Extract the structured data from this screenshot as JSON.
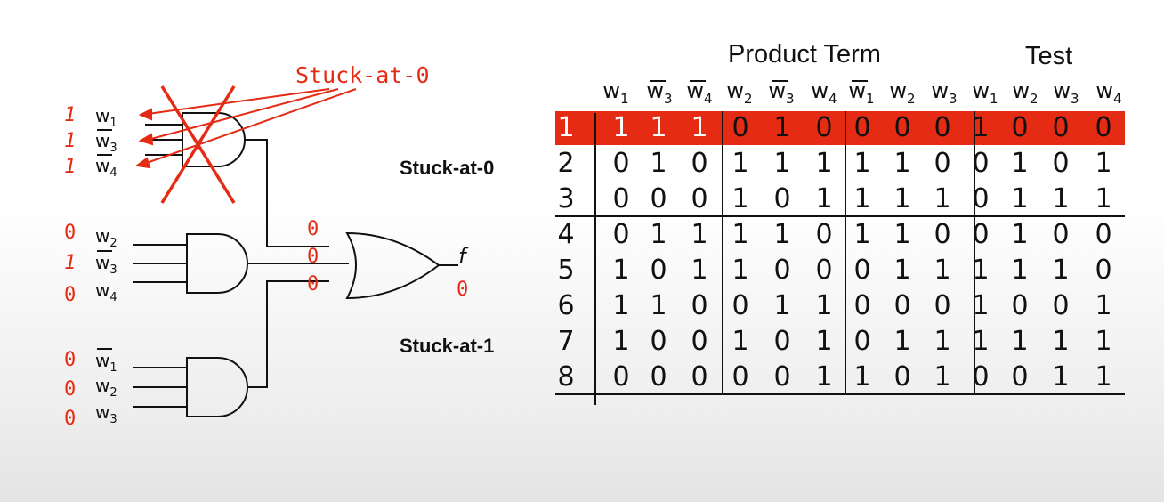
{
  "circuit": {
    "label_stuck0": "Stuck-at-0",
    "gate1": {
      "inputs": [
        "w1",
        "w3",
        "w4"
      ],
      "bars": [
        false,
        true,
        true
      ],
      "values": [
        "1",
        "1",
        "1"
      ]
    },
    "gate2": {
      "inputs": [
        "w2",
        "w3",
        "w4"
      ],
      "bars": [
        false,
        true,
        false
      ],
      "values": [
        "0",
        "1",
        "0"
      ]
    },
    "gate3": {
      "inputs": [
        "w1",
        "w2",
        "w3"
      ],
      "bars": [
        true,
        false,
        false
      ],
      "values": [
        "0",
        "0",
        "0"
      ]
    },
    "or_inputs": [
      "0",
      "0",
      "0"
    ],
    "output_name": "f",
    "output_value": "0"
  },
  "table": {
    "header_product": "Product Term",
    "header_test": "Test",
    "side_stuck0": "Stuck-at-0",
    "side_stuck1": "Stuck-at-1",
    "columns": [
      {
        "name": "w",
        "sub": "1",
        "bar": false
      },
      {
        "name": "w",
        "sub": "3",
        "bar": true
      },
      {
        "name": "w",
        "sub": "4",
        "bar": true
      },
      {
        "name": "w",
        "sub": "2",
        "bar": false
      },
      {
        "name": "w",
        "sub": "3",
        "bar": true
      },
      {
        "name": "w",
        "sub": "4",
        "bar": false
      },
      {
        "name": "w",
        "sub": "1",
        "bar": true
      },
      {
        "name": "w",
        "sub": "2",
        "bar": false
      },
      {
        "name": "w",
        "sub": "3",
        "bar": false
      },
      {
        "name": "w",
        "sub": "1",
        "bar": false
      },
      {
        "name": "w",
        "sub": "2",
        "bar": false
      },
      {
        "name": "w",
        "sub": "3",
        "bar": false
      },
      {
        "name": "w",
        "sub": "4",
        "bar": false
      }
    ],
    "rows": [
      [
        "1",
        "1",
        "1",
        "1",
        "0",
        "1",
        "0",
        "0",
        "0",
        "0",
        "1",
        "0",
        "0",
        "0"
      ],
      [
        "2",
        "0",
        "1",
        "0",
        "1",
        "1",
        "1",
        "1",
        "1",
        "0",
        "0",
        "1",
        "0",
        "1"
      ],
      [
        "3",
        "0",
        "0",
        "0",
        "1",
        "0",
        "1",
        "1",
        "1",
        "1",
        "0",
        "1",
        "1",
        "1"
      ],
      [
        "4",
        "0",
        "1",
        "1",
        "1",
        "1",
        "0",
        "1",
        "1",
        "0",
        "0",
        "1",
        "0",
        "0"
      ],
      [
        "5",
        "1",
        "0",
        "1",
        "1",
        "0",
        "0",
        "0",
        "1",
        "1",
        "1",
        "1",
        "1",
        "0"
      ],
      [
        "6",
        "1",
        "1",
        "0",
        "0",
        "1",
        "1",
        "0",
        "0",
        "0",
        "1",
        "0",
        "0",
        "1"
      ],
      [
        "7",
        "1",
        "0",
        "0",
        "1",
        "0",
        "1",
        "0",
        "1",
        "1",
        "1",
        "1",
        "1",
        "1"
      ],
      [
        "8",
        "0",
        "0",
        "0",
        "0",
        "0",
        "1",
        "1",
        "0",
        "1",
        "0",
        "0",
        "1",
        "1"
      ]
    ],
    "highlight_row": 1,
    "colors": {
      "highlight": "#e52b14",
      "annotation": "#e52b14",
      "ink": "#111111"
    }
  }
}
